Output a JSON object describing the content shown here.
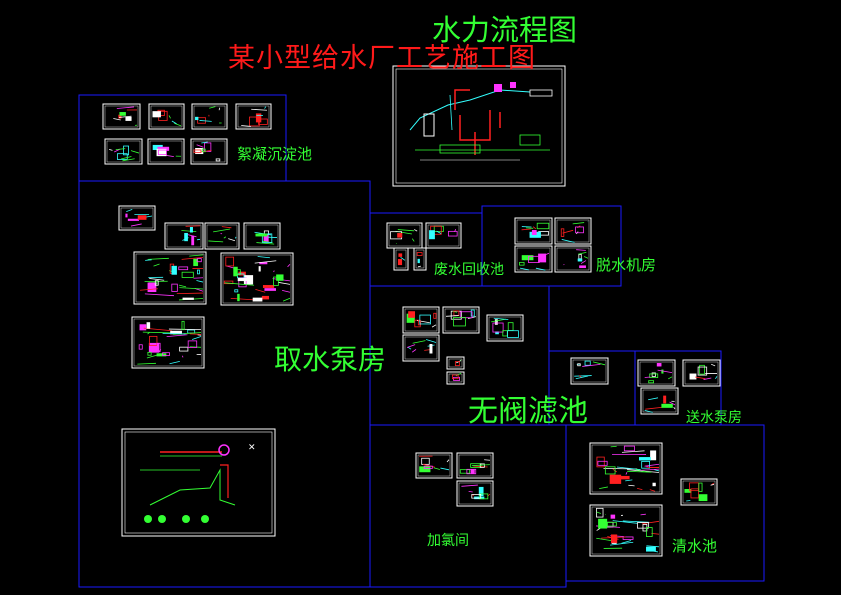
{
  "title": "某小型给水厂工艺施工图",
  "flow_title": "水力流程图",
  "labels": {
    "floc": "絮凝沉淀池",
    "waste": "废水回收池",
    "dewater": "脱水机房",
    "intake": "取水泵房",
    "filter": "无阀滤池",
    "send": "送水泵房",
    "chlor": "加氯间",
    "clear": "清水池"
  },
  "colors": {
    "background": "#000000",
    "zone_border": "#1a1aff",
    "sheet_border": "#ffffff",
    "label": "#33ff33",
    "title": "#ff1a1a",
    "detail_red": "#ff2020",
    "detail_cyan": "#33ffff",
    "detail_magenta": "#ff33ff"
  }
}
